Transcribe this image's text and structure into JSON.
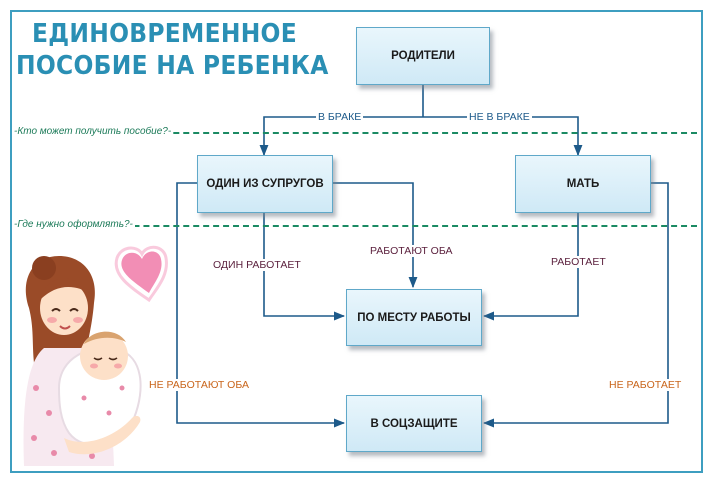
{
  "title": {
    "line1": "ЕДИНОВРЕМЕННОЕ",
    "line2": "ПОСОБИЕ НА РЕБЕНКА"
  },
  "questions": {
    "who": "-Кто может получить пособие?-",
    "where": "-Где нужно оформлять?-"
  },
  "nodes": {
    "parents": "РОДИТЕЛИ",
    "one_spouse": "ОДИН ИЗ СУПРУГОВ",
    "mother": "МАТЬ",
    "workplace": "ПО МЕСТУ РАБОТЫ",
    "social": "В СОЦЗАЩИТЕ"
  },
  "edges": {
    "married": "В БРАКЕ",
    "not_married": "НЕ В БРАКЕ",
    "one_works": "ОДИН РАБОТАЕТ",
    "both_work": "РАБОТАЮТ ОБА",
    "works": "РАБОТАЕТ",
    "both_not_work": "НЕ РАБОТАЮТ ОБА",
    "not_works": "НЕ РАБОТАЕТ"
  },
  "colors": {
    "accent": "#2a8fb4",
    "arrow": "#1d5a8a",
    "dashed": "#1b8a63"
  },
  "illustration": "mother-holding-baby-with-heart"
}
